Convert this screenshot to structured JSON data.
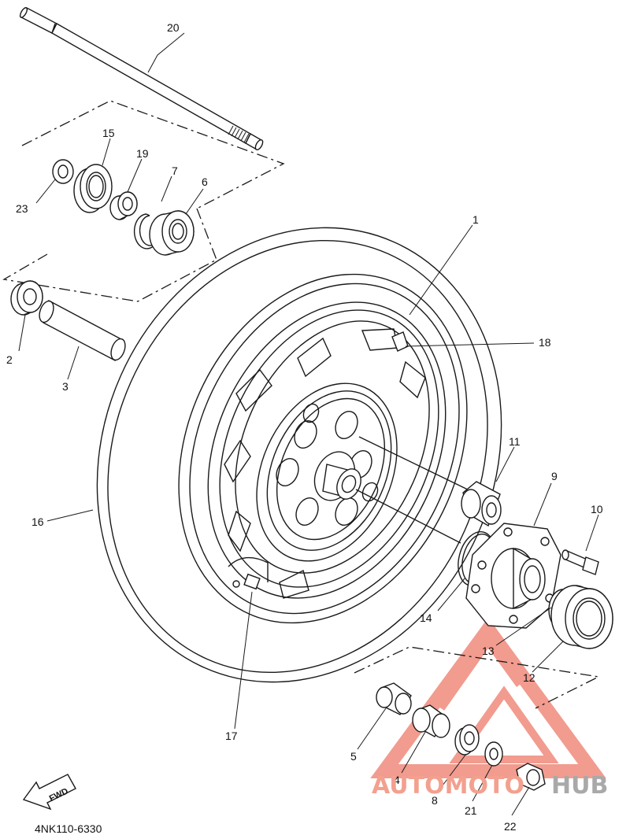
{
  "diagram": {
    "part_code": "4NK110-6330",
    "fwd_label": "FWD",
    "callouts": [
      {
        "id": "c1",
        "text": "1"
      },
      {
        "id": "c2",
        "text": "2"
      },
      {
        "id": "c3",
        "text": "3"
      },
      {
        "id": "c4",
        "text": "4"
      },
      {
        "id": "c5",
        "text": "5"
      },
      {
        "id": "c6",
        "text": "6"
      },
      {
        "id": "c7",
        "text": "7"
      },
      {
        "id": "c8",
        "text": "8"
      },
      {
        "id": "c9",
        "text": "9"
      },
      {
        "id": "c10",
        "text": "10"
      },
      {
        "id": "c11",
        "text": "11"
      },
      {
        "id": "c12",
        "text": "12"
      },
      {
        "id": "c13",
        "text": "13"
      },
      {
        "id": "c14",
        "text": "14"
      },
      {
        "id": "c15",
        "text": "15"
      },
      {
        "id": "c16",
        "text": "16"
      },
      {
        "id": "c17",
        "text": "17"
      },
      {
        "id": "c18",
        "text": "18"
      },
      {
        "id": "c19",
        "text": "19"
      },
      {
        "id": "c20",
        "text": "20"
      },
      {
        "id": "c21",
        "text": "21"
      },
      {
        "id": "c22",
        "text": "22"
      },
      {
        "id": "c23",
        "text": "23"
      }
    ]
  },
  "watermark": {
    "part1": "AUTOMOTO",
    "part2": "HUB",
    "color_main": "#f08a7c",
    "color_secondary": "#a9a9a9"
  }
}
